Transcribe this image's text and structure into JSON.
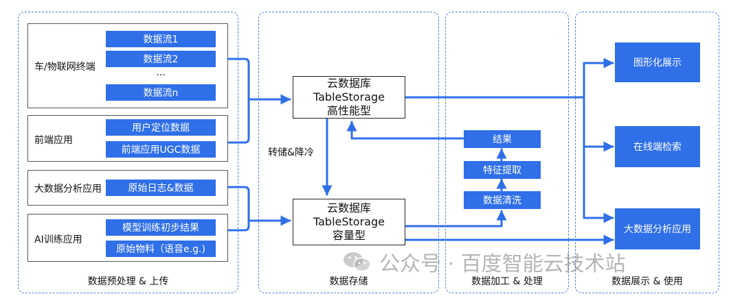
{
  "zones": {
    "preprocess": "数据预处理 & 上传",
    "storage": "数据存储",
    "processing": "数据加工 & 处理",
    "display": "数据展示 & 使用"
  },
  "sources": {
    "vehicle_iot": {
      "label": "车/物联网终端",
      "streams": [
        "数据流1",
        "数据流2",
        "...",
        "数据流n"
      ]
    },
    "frontend": {
      "label": "前端应用",
      "items": [
        "用户定位数据",
        "前端应用UGC数据"
      ]
    },
    "bigdata": {
      "label": "大数据分析应用",
      "items": [
        "原始日志&数据"
      ]
    },
    "ai": {
      "label": "AI训练应用",
      "items": [
        "模型训练初步结果",
        "原始物料（语音e.g.)"
      ]
    }
  },
  "storage": {
    "high_perf": [
      "云数据库",
      "TableStorage",
      "高性能型"
    ],
    "capacity": [
      "云数据库",
      "TableStorage",
      "容量型"
    ],
    "transfer_label": "转储&降冷"
  },
  "processing": {
    "steps": [
      "结果",
      "特征提取",
      "数据清洗"
    ]
  },
  "outputs": [
    "图形化展示",
    "在线端检索",
    "大数据分析应用"
  ],
  "watermark": "公众号 · 百度智能云技术站",
  "colors": {
    "accent": "#2f6fe8",
    "zone_border": "#4f7ad8"
  },
  "icons": {
    "watermark_logo": "wechat-logo-icon"
  }
}
